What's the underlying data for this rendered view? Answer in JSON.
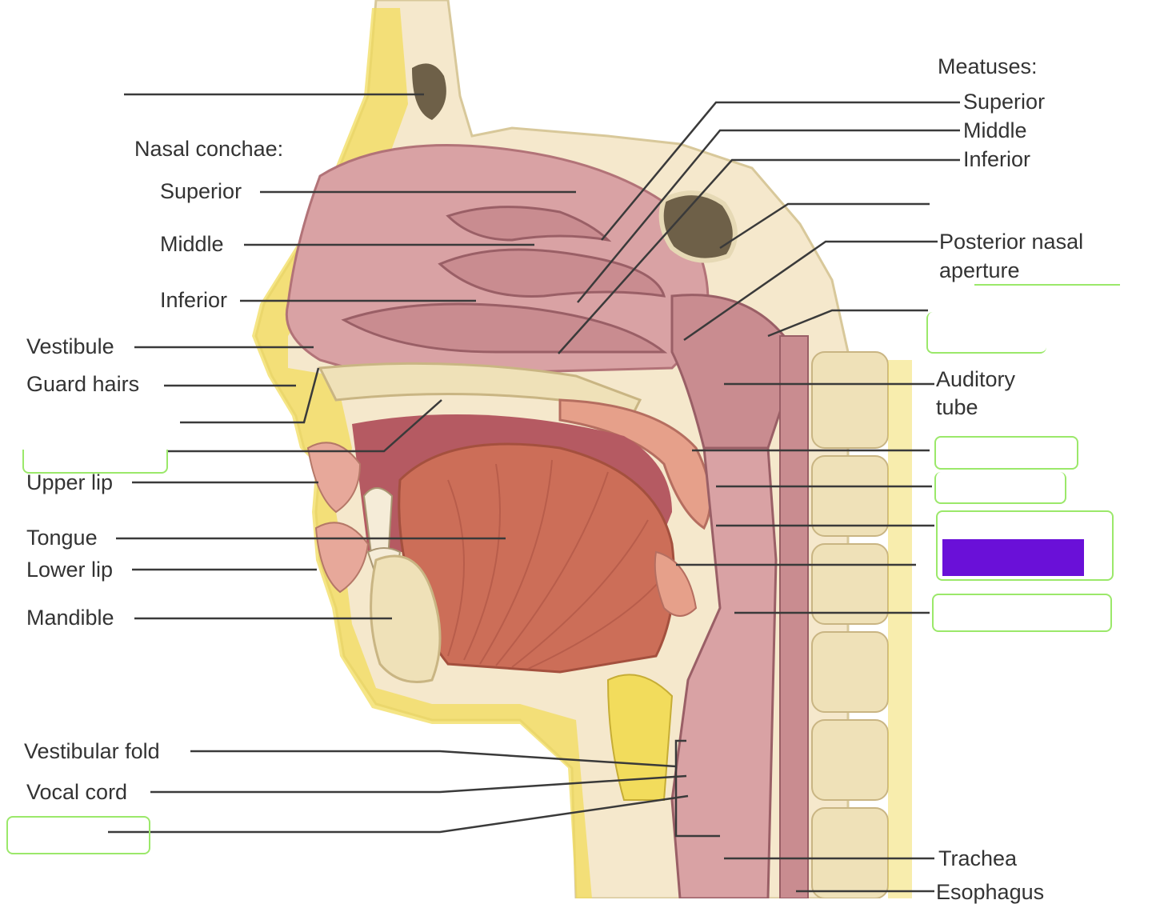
{
  "labels": {
    "nasal_conchae_heading": "Nasal conchae:",
    "conchae_superior": "Superior",
    "conchae_middle": "Middle",
    "conchae_inferior": "Inferior",
    "vestibule": "Vestibule",
    "guard_hairs": "Guard hairs",
    "upper_lip": "Upper lip",
    "tongue": "Tongue",
    "lower_lip": "Lower lip",
    "mandible": "Mandible",
    "vestibular_fold": "Vestibular fold",
    "vocal_cord": "Vocal cord",
    "meatuses_heading": "Meatuses:",
    "meatus_superior": "Superior",
    "meatus_middle": "Middle",
    "meatus_inferior": "Inferior",
    "posterior_nasal_aperture_1": "Posterior nasal",
    "posterior_nasal_aperture_2": "aperture",
    "auditory_tube_1": "Auditory",
    "auditory_tube_2": "tube",
    "trachea": "Trachea",
    "esophagus": "Esophagus"
  },
  "colors": {
    "bone": "#f0e2c0",
    "cartilage": "#f2dc5c",
    "mucosa": "#d9a2a4",
    "muscle": "#cc6e58",
    "leader_line": "#3a3a3a",
    "answer_box_border": "#9be86a",
    "redaction": "#6a10d8"
  }
}
